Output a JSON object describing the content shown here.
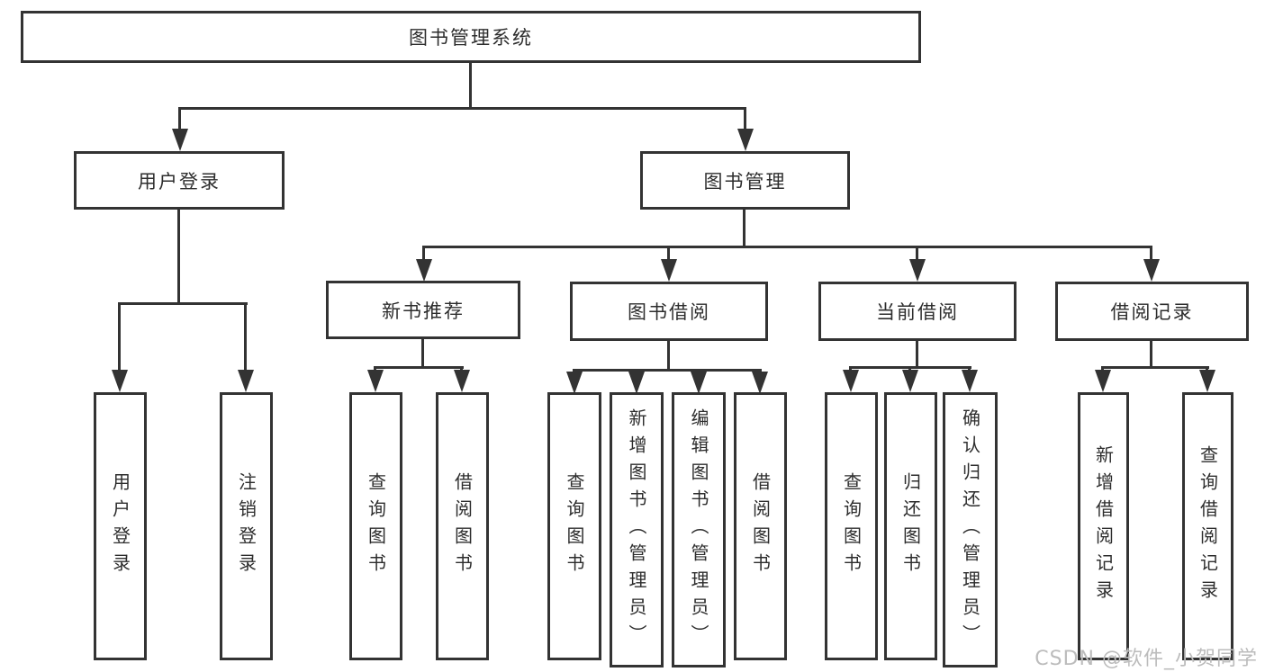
{
  "tree": {
    "root": {
      "label": "图书管理系统"
    },
    "branches": [
      {
        "label": "用户登录",
        "children": [
          {
            "label": "用户登录"
          },
          {
            "label": "注销登录"
          }
        ]
      },
      {
        "label": "图书管理",
        "children": [
          {
            "label": "新书推荐",
            "children": [
              {
                "label": "查询图书"
              },
              {
                "label": "借阅图书"
              }
            ]
          },
          {
            "label": "图书借阅",
            "children": [
              {
                "label": "查询图书"
              },
              {
                "label": "新增图书（管理员）"
              },
              {
                "label": "编辑图书（管理员）"
              },
              {
                "label": "借阅图书"
              }
            ]
          },
          {
            "label": "当前借阅",
            "children": [
              {
                "label": "查询图书"
              },
              {
                "label": "归还图书"
              },
              {
                "label": "确认归还（管理员）"
              }
            ]
          },
          {
            "label": "借阅记录",
            "children": [
              {
                "label": "新增借阅记录"
              },
              {
                "label": "查询借阅记录"
              }
            ]
          }
        ]
      }
    ]
  },
  "watermark": {
    "text": "CSDN @软件_小贺同学"
  },
  "colors": {
    "line": "#333333",
    "text": "#2d2d2d",
    "background": "#ffffff",
    "watermark": "#bcbcbc"
  }
}
